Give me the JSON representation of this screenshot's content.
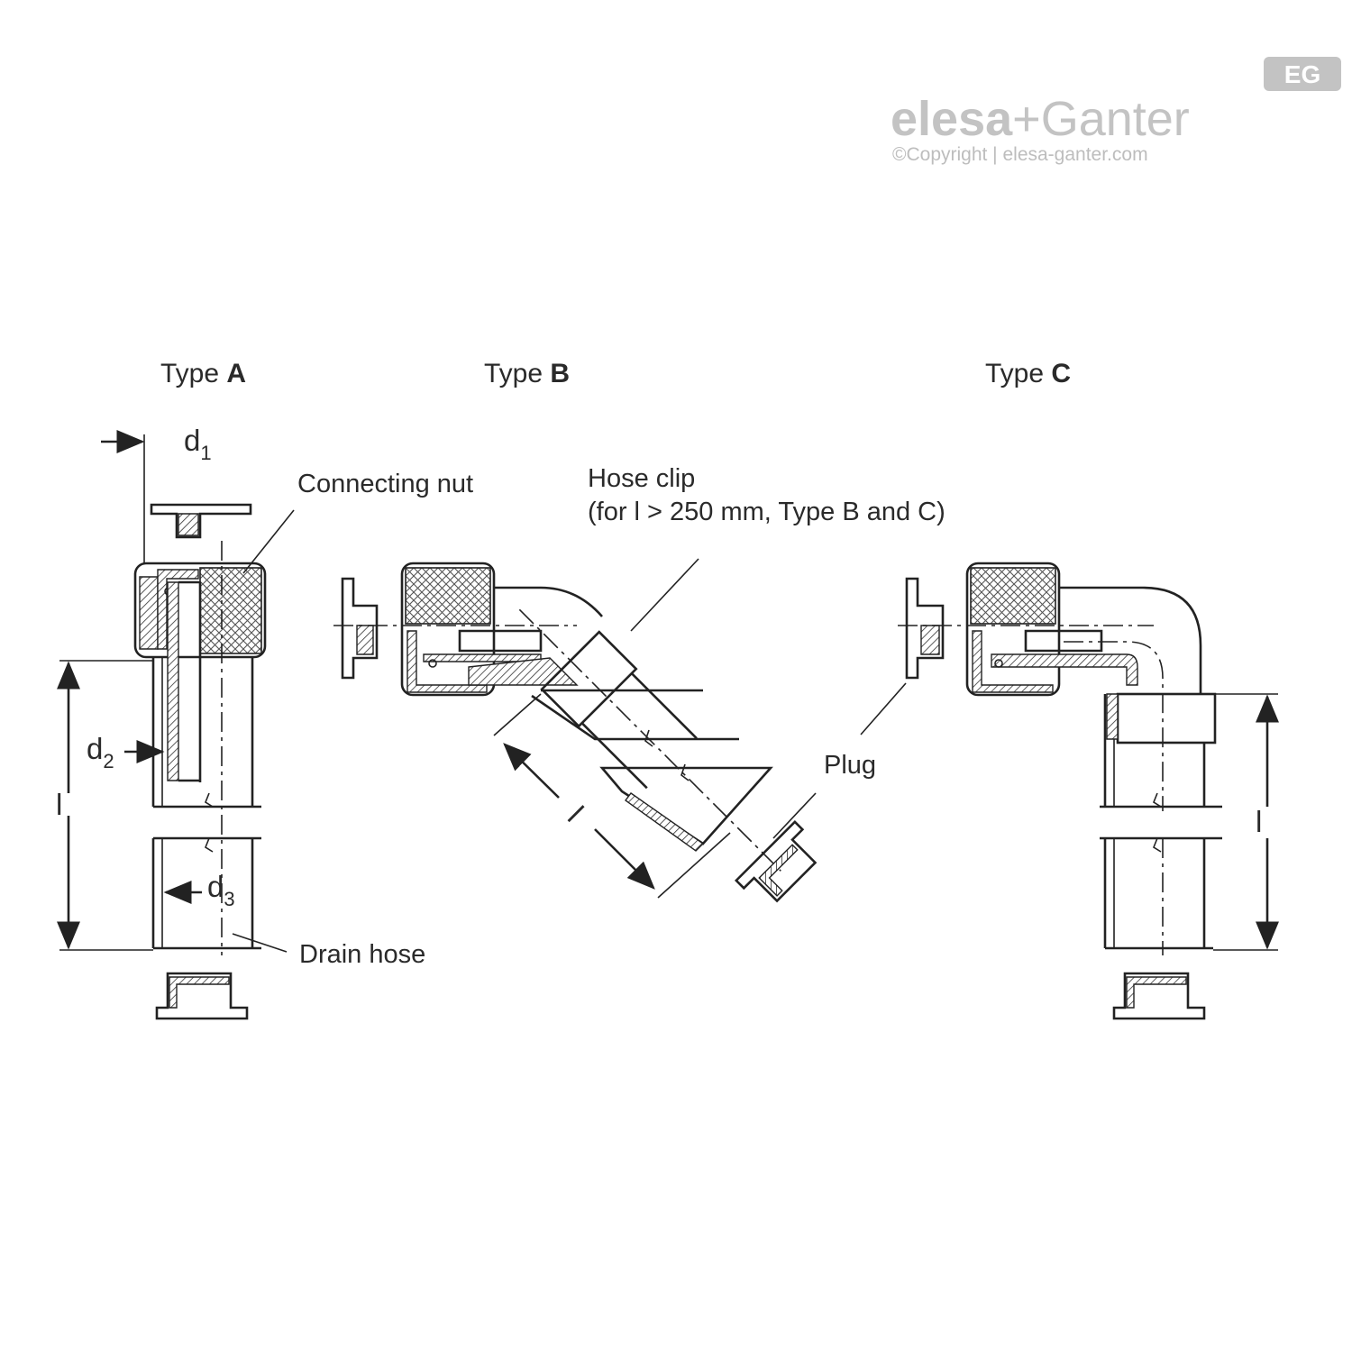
{
  "brand": {
    "name_left": "elesa",
    "plus": "+",
    "name_right": "Ganter",
    "copyright": "©Copyright | elesa-ganter.com",
    "badge": "EG",
    "colors": {
      "logo": "#c3c3c3"
    }
  },
  "types": {
    "a": {
      "prefix": "Type ",
      "letter": "A"
    },
    "b": {
      "prefix": "Type ",
      "letter": "B"
    },
    "c": {
      "prefix": "Type ",
      "letter": "C"
    }
  },
  "callouts": {
    "connecting_nut": "Connecting nut",
    "hose_clip_line1": "Hose clip",
    "hose_clip_line2": "(for l > 250 mm, Type B and C)",
    "plug": "Plug",
    "drain_hose": "Drain hose"
  },
  "dimensions": {
    "d1": {
      "base": "d",
      "sub": "1"
    },
    "d2": {
      "base": "d",
      "sub": "2"
    },
    "d3": {
      "base": "d",
      "sub": "3"
    },
    "l": "l"
  }
}
